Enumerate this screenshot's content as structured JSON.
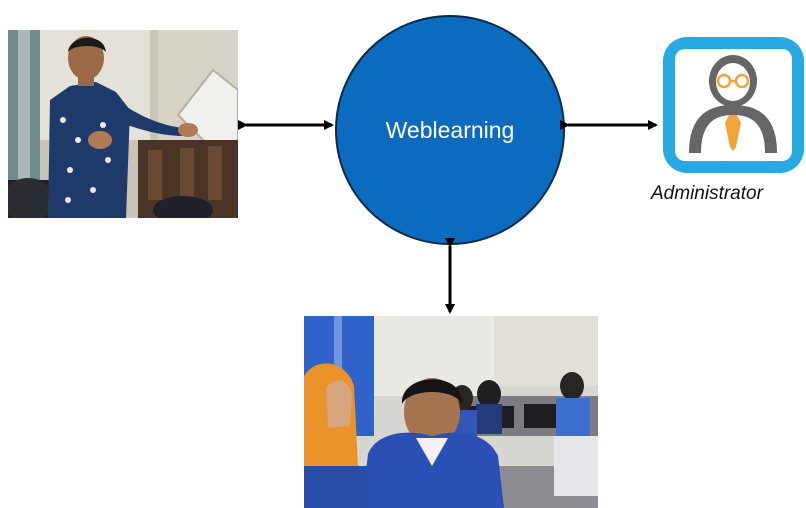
{
  "diagram": {
    "hub": {
      "label": "Weblearning",
      "color": "#0b6bbf"
    },
    "nodes": {
      "teacher": {
        "kind": "photo",
        "description_icon": "teacher-photo"
      },
      "students": {
        "kind": "photo",
        "description_icon": "students-photo"
      },
      "administrator": {
        "label": "Administrator",
        "icon": "administrator-icon",
        "frame_color": "#29a9e1"
      }
    },
    "edges": [
      {
        "from": "teacher",
        "to": "hub",
        "direction": "both"
      },
      {
        "from": "hub",
        "to": "administrator",
        "direction": "both"
      },
      {
        "from": "hub",
        "to": "students",
        "direction": "both"
      }
    ]
  }
}
